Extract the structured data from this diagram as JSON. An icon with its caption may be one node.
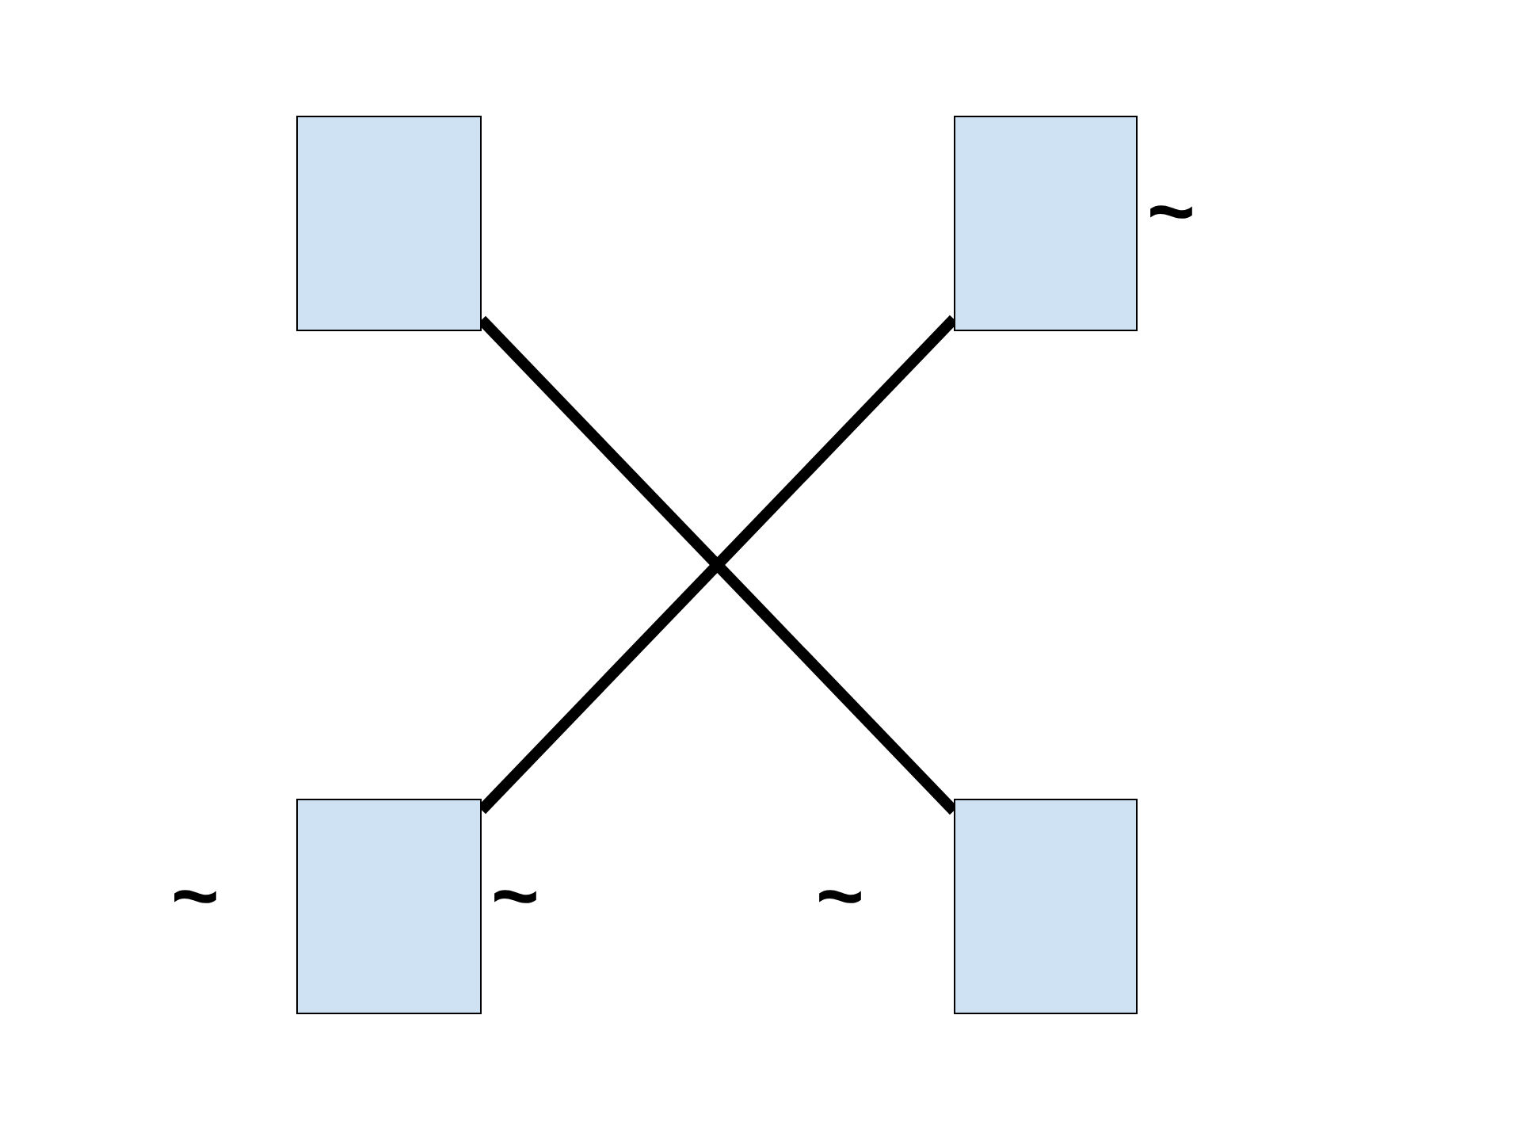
{
  "diagram": {
    "nodes": [
      {
        "text": [],
        "shape": "box"
      },
      {
        "text": [],
        "shape": "box",
        "beside": [
          "~"
        ]
      },
      {
        "text": [],
        "shape": "box",
        "beside": [
          "~",
          "~"
        ]
      },
      {
        "text": [],
        "shape": "box",
        "beside": [
          "~"
        ]
      }
    ],
    "edges": [
      {
        "from": 0,
        "to": 3,
        "arrow": "none"
      },
      {
        "from": 1,
        "to": 2,
        "arrow": "none"
      }
    ]
  }
}
